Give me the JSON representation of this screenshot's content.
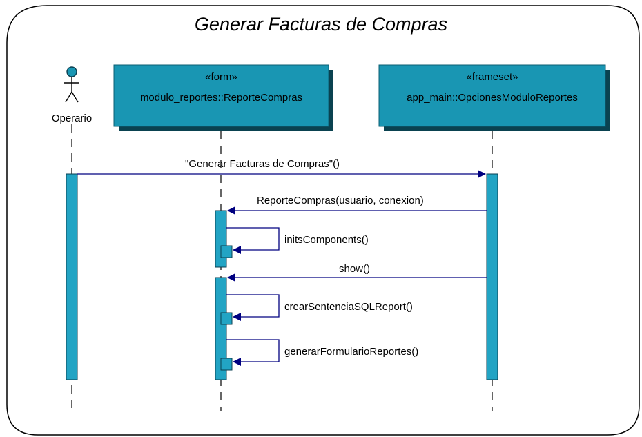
{
  "diagram": {
    "title": "Generar Facturas de Compras",
    "actor": {
      "name": "Operario"
    },
    "objects": [
      {
        "stereotype": "«form»",
        "name": "modulo_reportes::ReporteCompras"
      },
      {
        "stereotype": "«frameset»",
        "name": "app_main::OpcionesModuloReportes"
      }
    ],
    "messages": [
      {
        "label": "\"Generar Facturas de Compras\"()"
      },
      {
        "label": "ReporteCompras(usuario, conexion)"
      },
      {
        "label": "initsComponents()"
      },
      {
        "label": "show()"
      },
      {
        "label": "crearSentenciaSQLReport()"
      },
      {
        "label": "generarFormularioReportes()"
      }
    ],
    "colors": {
      "box_fill": "#1996b3",
      "box_border": "#0b5f73",
      "shadow": "#0a4250",
      "activation": "#22a4c4",
      "arrow": "#000080",
      "frame": "#000000"
    }
  }
}
